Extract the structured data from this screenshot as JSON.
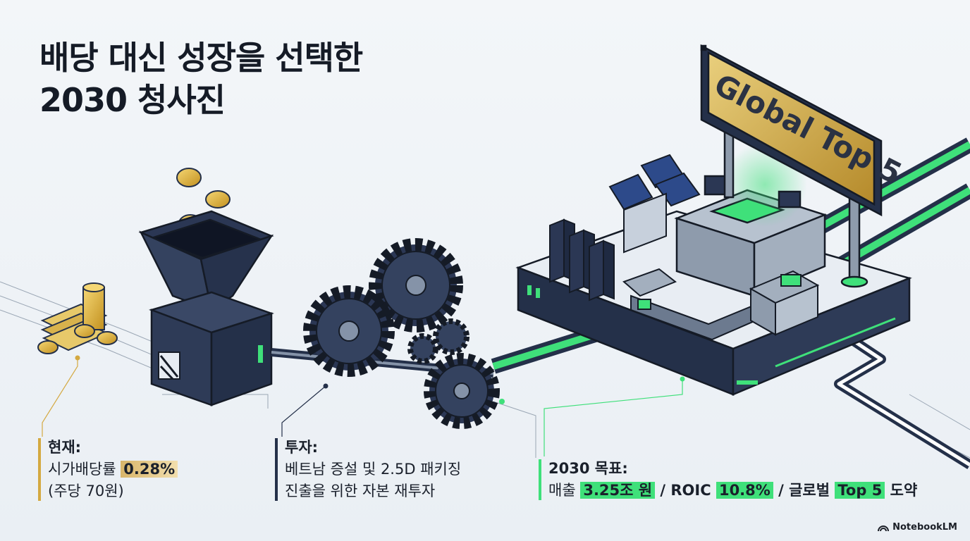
{
  "title": {
    "line1": "배당 대신 성장을 선택한",
    "line2": "2030 청사진"
  },
  "sign": {
    "text": "Global Top 5"
  },
  "captions": {
    "now": {
      "head": "현재:",
      "prefix": "시가배당률 ",
      "highlight": "0.28%",
      "line2": "(주당 70원)"
    },
    "invest": {
      "head": "투자:",
      "line1": "베트남 증설 및 2.5D 패키징",
      "line2": "진출을 위한 자본 재투자"
    },
    "goal": {
      "head": "2030 목표:",
      "prefix": "매출 ",
      "revenue": "3.25조 원",
      "sep1": " / ROIC ",
      "roic": "10.8%",
      "sep2": " / 글로벌 ",
      "rank": "Top 5",
      "suffix": " 도약"
    }
  },
  "brand": {
    "name": "NotebookLM"
  },
  "colors": {
    "gold": "#d4a941",
    "navy": "#243049",
    "green": "#3fe07a",
    "dark": "#151b26"
  }
}
